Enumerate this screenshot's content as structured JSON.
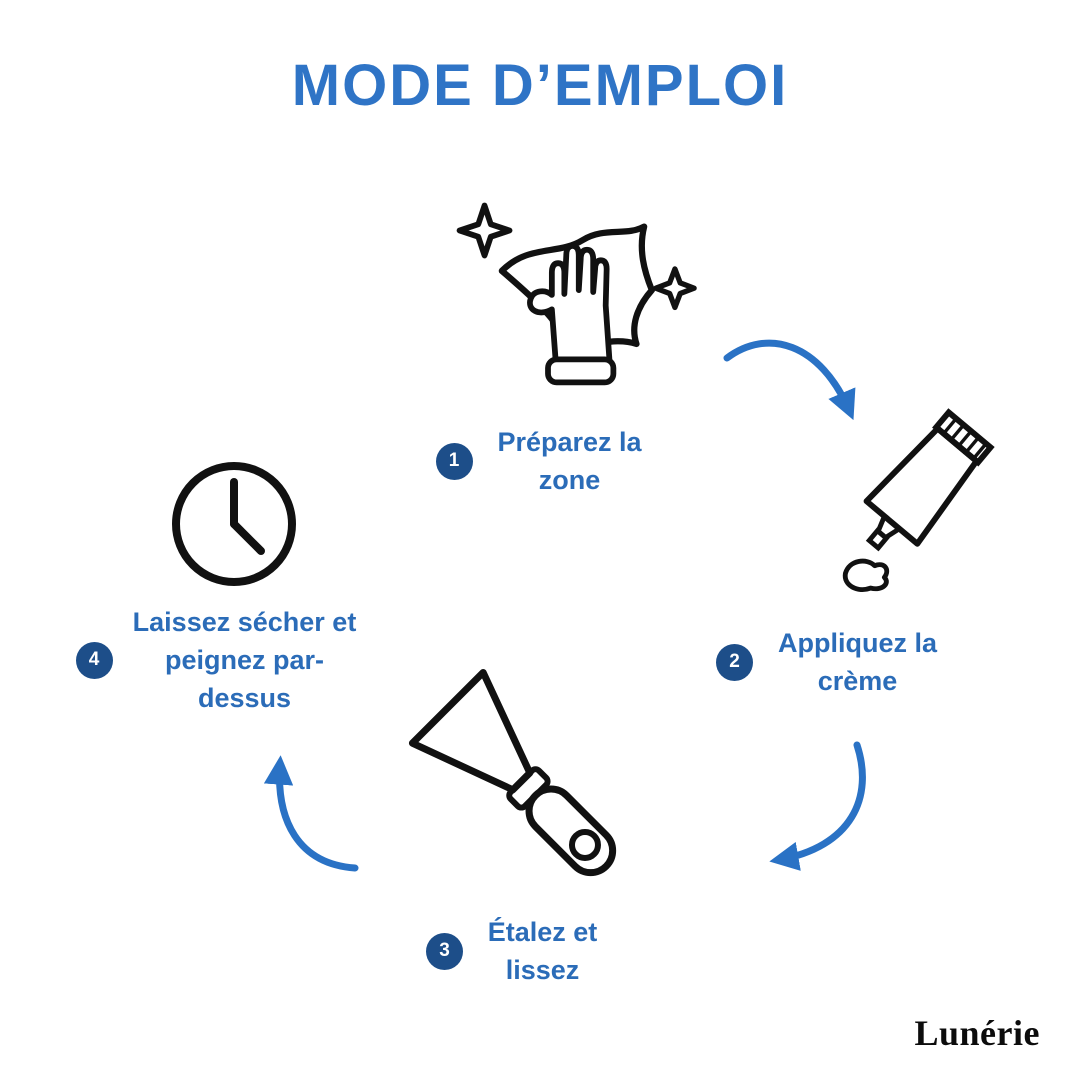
{
  "title": "MODE D’EMPLOI",
  "brand": "Lunérie",
  "colors": {
    "title_blue": "#2f74c6",
    "step_text_blue": "#2b6cb8",
    "badge_blue": "#1d4e89",
    "arrow_blue": "#2a72c5",
    "icon_black": "#111111",
    "background": "#ffffff"
  },
  "steps": [
    {
      "number": "1",
      "label": "Préparez la zone",
      "icon": "hand-cleaning-icon"
    },
    {
      "number": "2",
      "label": "Appliquez la crème",
      "icon": "cream-tube-icon"
    },
    {
      "number": "3",
      "label": "Étalez et lissez",
      "icon": "putty-knife-icon"
    },
    {
      "number": "4",
      "label": "Laissez sécher et peignez par-dessus",
      "icon": "clock-icon"
    }
  ],
  "arrows": [
    "arrow-step1-to-step2",
    "arrow-step2-to-step3",
    "arrow-step3-to-step4"
  ]
}
